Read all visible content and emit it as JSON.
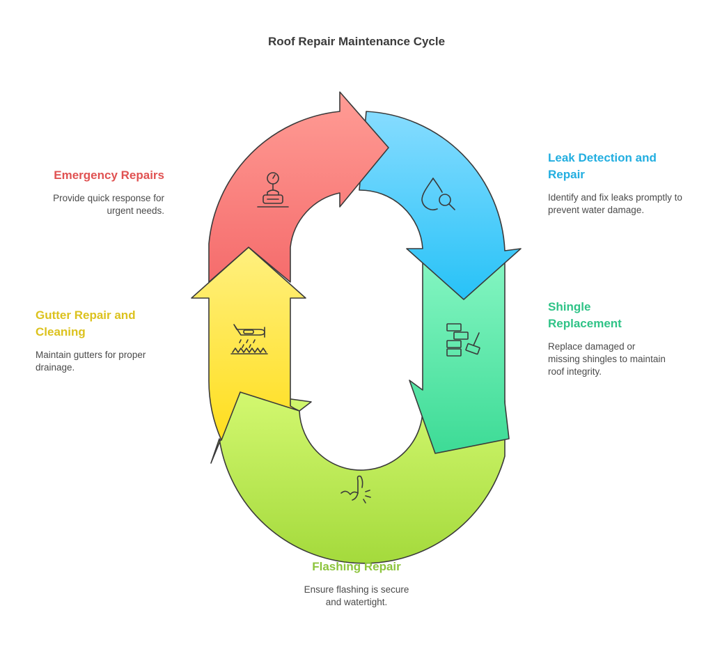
{
  "title": "Roof Repair Maintenance Cycle",
  "steps": [
    {
      "name": "Emergency Repairs",
      "description": "Provide quick response for urgent needs.",
      "color": "#e05252",
      "icon": "pressure-gauge-icon"
    },
    {
      "name": "Leak Detection and Repair",
      "description": "Identify and fix leaks promptly to prevent water damage.",
      "color": "#22aee0",
      "icon": "water-drop-magnifier-icon"
    },
    {
      "name": "Shingle Replacement",
      "description": "Replace damaged or missing shingles to maintain roof integrity.",
      "color": "#2fc387",
      "icon": "shingles-hammer-icon"
    },
    {
      "name": "Flashing Repair",
      "description": "Ensure flashing is secure and watertight.",
      "color": "#8cc43c",
      "icon": "sealant-hand-icon"
    },
    {
      "name": "Gutter Repair and Cleaning",
      "description": "Maintain gutters for proper drainage.",
      "color": "#dcc21e",
      "icon": "crop-duster-plane-icon"
    }
  ]
}
